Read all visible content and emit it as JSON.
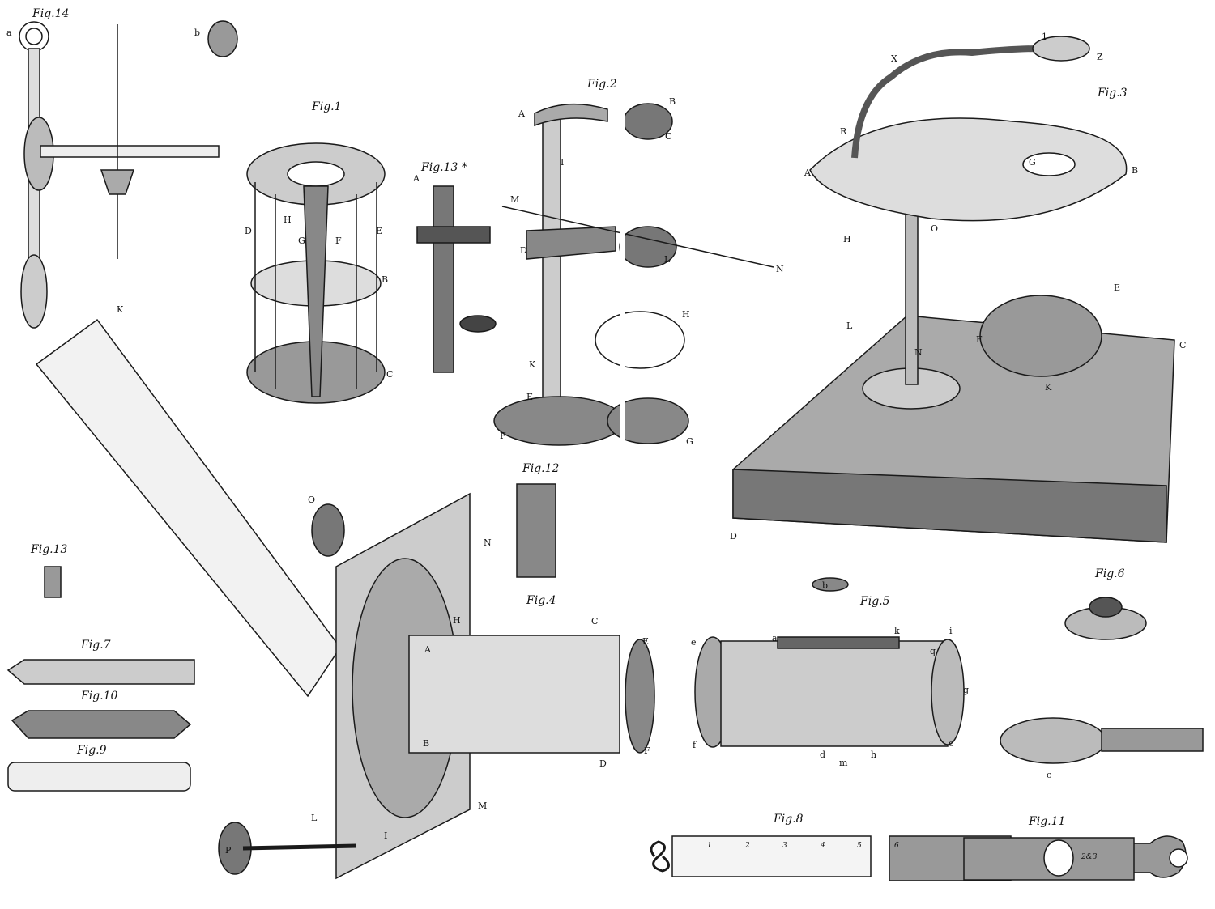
{
  "figure_titles": [
    "Fig.14",
    "Fig.1",
    "Fig.13 *",
    "Fig.2",
    "Fig.3",
    "Fig.12",
    "Fig.13",
    "Fig.4",
    "Fig.7",
    "Fig.10",
    "Fig.9",
    "Fig.5",
    "Fig.6",
    "Fig.8",
    "Fig.11"
  ],
  "labels": {
    "fig14": [
      "a",
      "b"
    ],
    "fig1": [
      "A",
      "D",
      "H",
      "G",
      "F",
      "E",
      "B",
      "C"
    ],
    "fig2": [
      "A",
      "B",
      "C",
      "I",
      "M",
      "D",
      "L",
      "N",
      "H",
      "K",
      "E",
      "F",
      "G"
    ],
    "fig3": [
      "Z",
      "1",
      "X",
      "R",
      "A",
      "G",
      "B",
      "H",
      "O",
      "L",
      "E",
      "F",
      "N",
      "K",
      "C",
      "D"
    ],
    "fig4": [
      "K",
      "O",
      "N",
      "C",
      "E",
      "H",
      "A",
      "B",
      "D",
      "F",
      "M",
      "L",
      "I",
      "P"
    ],
    "fig5": [
      "b",
      "a",
      "k",
      "i",
      "e",
      "q",
      "g",
      "f",
      "c",
      "d",
      "m",
      "h"
    ],
    "fig6": [
      "c"
    ],
    "fig8_ruler_numbers": [
      "1",
      "2",
      "3",
      "4",
      "5",
      "6"
    ],
    "fig11_marking": "2&3"
  },
  "colors": {
    "ink": "#1a1a1a",
    "paper": "#ffffff",
    "shade": "#6b6b6b"
  }
}
